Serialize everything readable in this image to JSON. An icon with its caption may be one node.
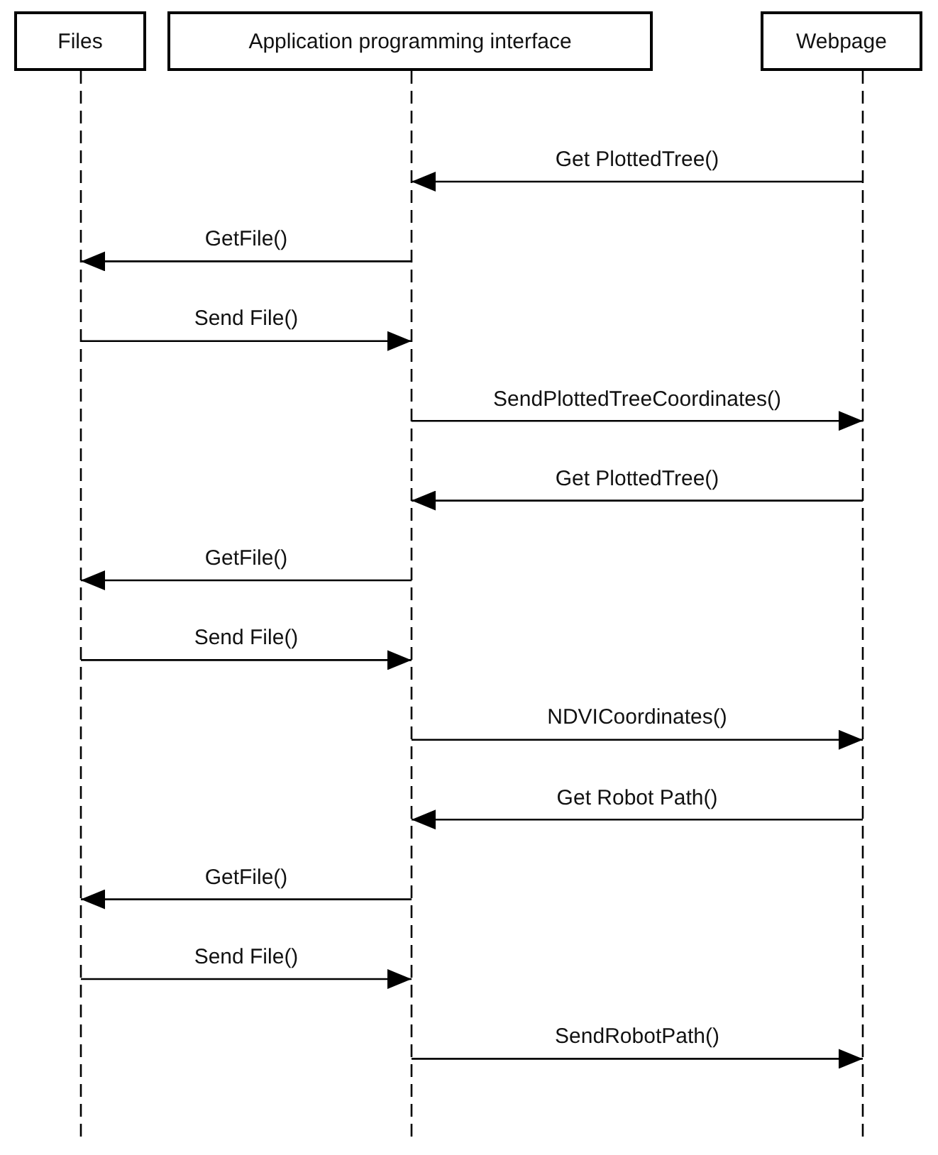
{
  "diagram": {
    "nodes": [
      {
        "text": [
          "Files"
        ]
      },
      {
        "text": [
          "Application programming interface"
        ]
      },
      {
        "text": [
          "Webpage"
        ]
      }
    ],
    "edges": [
      {
        "from": 2,
        "to": 1,
        "arrow": "to",
        "label": "Get PlottedTree()"
      },
      {
        "from": 1,
        "to": 0,
        "arrow": "to",
        "label": "GetFile()"
      },
      {
        "from": 0,
        "to": 1,
        "arrow": "to",
        "label": "Send File()"
      },
      {
        "from": 1,
        "to": 2,
        "arrow": "to",
        "label": "SendPlottedTreeCoordinates()"
      },
      {
        "from": 2,
        "to": 1,
        "arrow": "to",
        "label": "Get PlottedTree()"
      },
      {
        "from": 1,
        "to": 0,
        "arrow": "to",
        "label": "GetFile()"
      },
      {
        "from": 0,
        "to": 1,
        "arrow": "to",
        "label": "Send File()"
      },
      {
        "from": 1,
        "to": 2,
        "arrow": "to",
        "label": "NDVICoordinates()"
      },
      {
        "from": 2,
        "to": 1,
        "arrow": "to",
        "label": "Get Robot Path()"
      },
      {
        "from": 1,
        "to": 0,
        "arrow": "to",
        "label": "GetFile()"
      },
      {
        "from": 0,
        "to": 1,
        "arrow": "to",
        "label": "Send File()"
      },
      {
        "from": 1,
        "to": 2,
        "arrow": "to",
        "label": "SendRobotPath()"
      }
    ]
  }
}
